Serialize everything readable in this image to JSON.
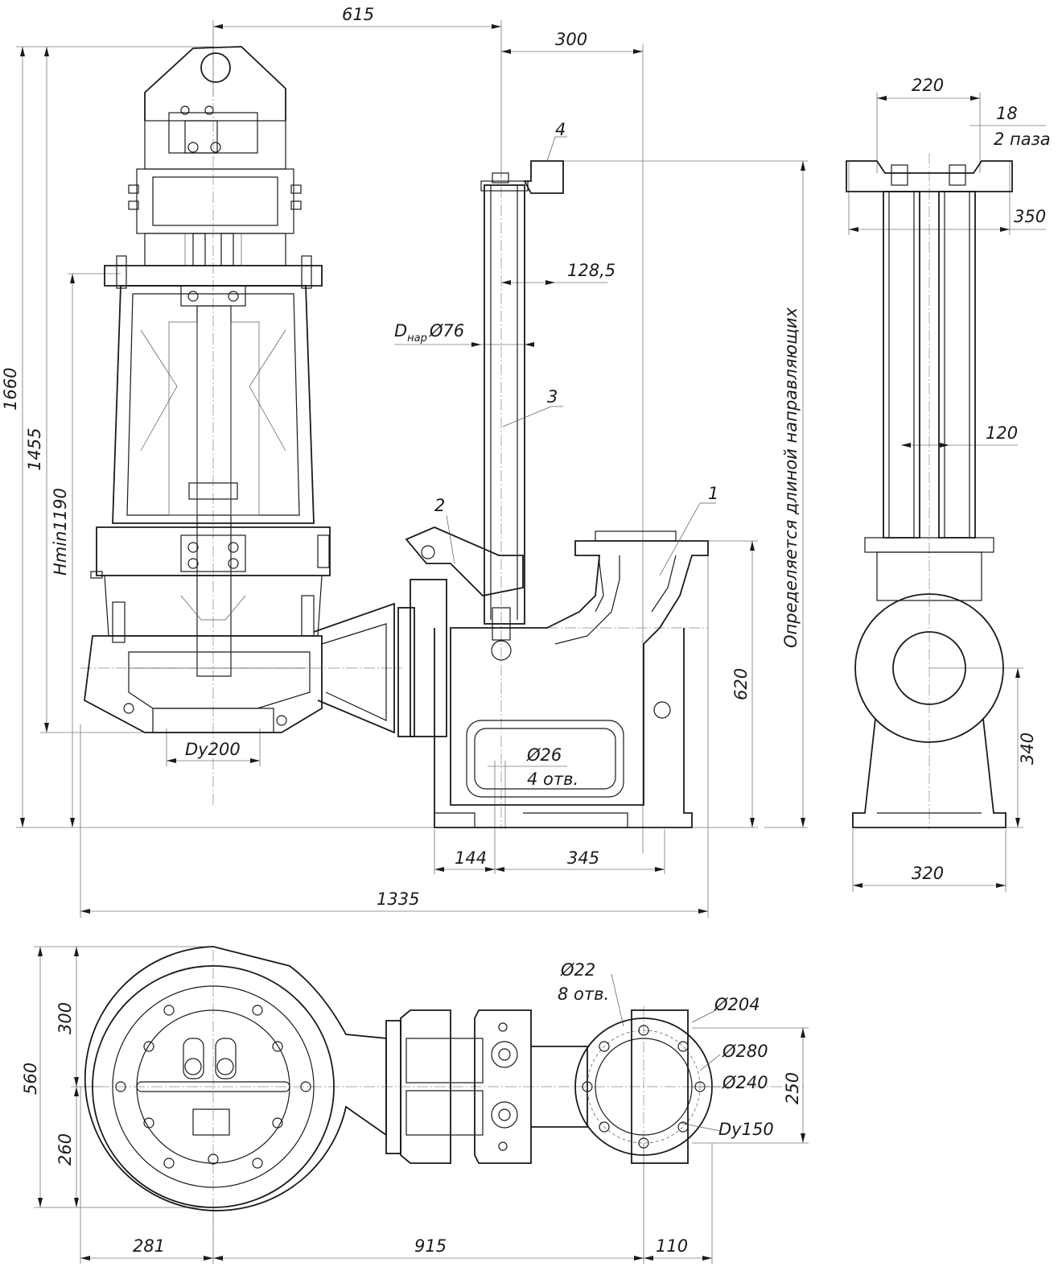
{
  "front_view": {
    "dims": {
      "overall_width_top": "615",
      "guide_offset": "300",
      "total_height": "1660",
      "height_1455": "1455",
      "min_level": "Hmin1190",
      "outlet_height": "620",
      "inlet": "Dy200",
      "bolt_hole": "Ø26",
      "bolt_hole_count": "4 отв.",
      "base_144": "144",
      "base_345": "345",
      "overall_length": "1335",
      "guide_tube_spacing": "128,5",
      "pipe_outer_label": "D",
      "pipe_outer_sub": "нар",
      "pipe_outer_value": "Ø76",
      "guide_length_note": "Определяется длиной направляющих"
    },
    "callouts": [
      "1",
      "2",
      "3",
      "4"
    ]
  },
  "side_view": {
    "dims": {
      "top_width": "220",
      "slot_width": "18",
      "slot_note": "2 паза",
      "bracket_width": "350",
      "guide_spacing": "120",
      "axis_height": "340",
      "base_width": "320"
    }
  },
  "plan_view": {
    "dims": {
      "total": "560",
      "upper": "300",
      "lower": "260",
      "offset_281": "281",
      "length_915": "915",
      "flange_110": "110",
      "bolt_holes": "Ø22",
      "bolt_hole_count": "8 отв.",
      "d204": "Ø204",
      "d280": "Ø280",
      "d240": "Ø240",
      "dy150": "Dy150",
      "flange_250": "250"
    }
  }
}
